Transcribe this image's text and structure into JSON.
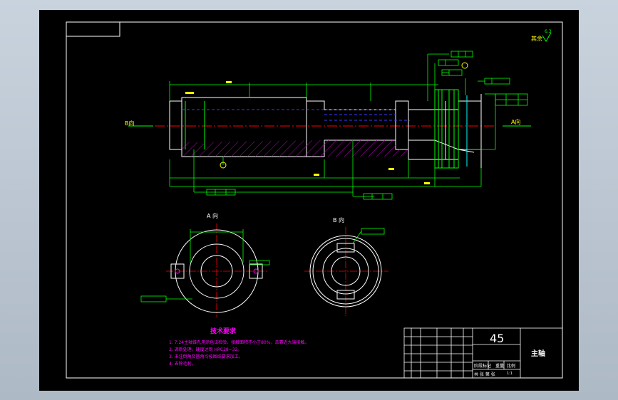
{
  "drawing": {
    "part_name": "主轴",
    "material": "45",
    "roughness_note": "其余",
    "roughness_value": "6.3",
    "view_a_label": "A 向",
    "view_b_label": "B 向",
    "side_label_b": "B向",
    "side_label_a": "A向"
  },
  "tech_requirements": {
    "title": "技术要求",
    "items": [
      "1. 7:24主轴锥孔用涂色法检验，接触面积不小于80%，且靠近大端接触。",
      "2. 调质处理，硬度达到 HRC28~32。",
      "3. 未注倒角及圆角均按图纸要求加工。",
      "4. 去除毛刺。"
    ]
  },
  "title_block": {
    "stage_mark": "阶段标记",
    "weight": "重量",
    "scale": "比例",
    "scale_value": "1:1",
    "sheet_info": "共 张  第 张"
  },
  "colors": {
    "border": "#ffffff",
    "outline": "#00ff00",
    "dimension": "#00ff00",
    "centerline": "#ff0000",
    "hidden": "#3a3aff",
    "hatch": "#c000c0",
    "text": "#ff00ff",
    "yellow": "#ffff00",
    "cyan": "#00ffff"
  }
}
